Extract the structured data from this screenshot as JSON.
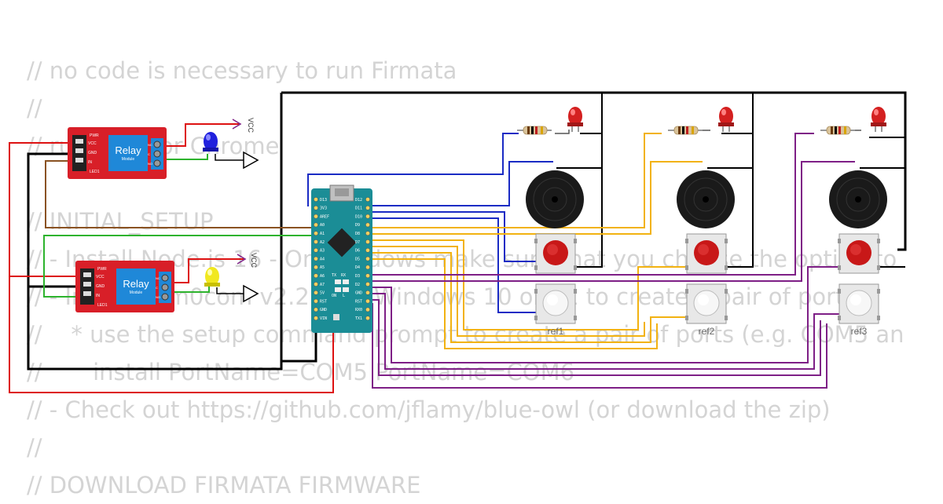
{
  "code_lines": [
    "// no code is necessary to run Firmata",
    "//",
    "// run Edge or Chrome",
    "",
    "// INITIAL_SETUP",
    "// - Install Node.js 16 - On Windows make sure that you choose the option to",
    "// - Install com0com v2.2.2 on Windows 10 or 11 to create a pair of ports",
    "//    * use the setup command prompt to create a pair of ports (e.g. COM5 an",
    "//       install PortName=COM5 PortName=COM6",
    "// - Check out https://github.com/jflamy/blue-owl (or download the zip)",
    "//",
    "// DOWNLOAD FIRMATA FIRMWARE"
  ],
  "relays": [
    {
      "label": "Relay",
      "sub": "Module",
      "pins": [
        "PWR",
        "VCC",
        "GND",
        "IN",
        "LED1"
      ],
      "terms": [
        "NC",
        "C",
        "NO"
      ],
      "led_color": "#2020dd"
    },
    {
      "label": "Relay",
      "sub": "Module",
      "pins": [
        "PWR",
        "VCC",
        "GND",
        "IN",
        "LED1"
      ],
      "terms": [
        "NC",
        "C",
        "NO"
      ],
      "led_color": "#f1e81f"
    }
  ],
  "vcc_label": "VCC",
  "stations": [
    {
      "ref": "ref1"
    },
    {
      "ref": "ref2"
    },
    {
      "ref": "ref3"
    }
  ],
  "nano": {
    "top_pins": [
      "D12",
      "D11",
      "D10",
      "D9",
      "D8",
      "D7",
      "D6",
      "D5",
      "D4",
      "D3",
      "D2",
      "GND",
      "RST",
      "RX0",
      "TX1"
    ],
    "bottom_pins": [
      "D13",
      "3V3",
      "AREF",
      "A0",
      "A1",
      "A2",
      "A3",
      "A4",
      "A5",
      "A6",
      "A7",
      "5V",
      "RST",
      "GND",
      "VIN"
    ],
    "leds": [
      "TX",
      "RX",
      "ON",
      "L"
    ]
  },
  "colors": {
    "blue_wire": "#1a2bc4",
    "yellow_wire": "#f2b211",
    "purple_wire": "#7e1f86",
    "black_wire": "#000000",
    "red_wire": "#dd1111",
    "green_wire": "#2db32d",
    "brown_wire": "#8a5222",
    "relay_board": "#d81f28",
    "relay_body": "#1f88d8",
    "nano_board": "#1b8d96",
    "led_red": "#d42020"
  }
}
